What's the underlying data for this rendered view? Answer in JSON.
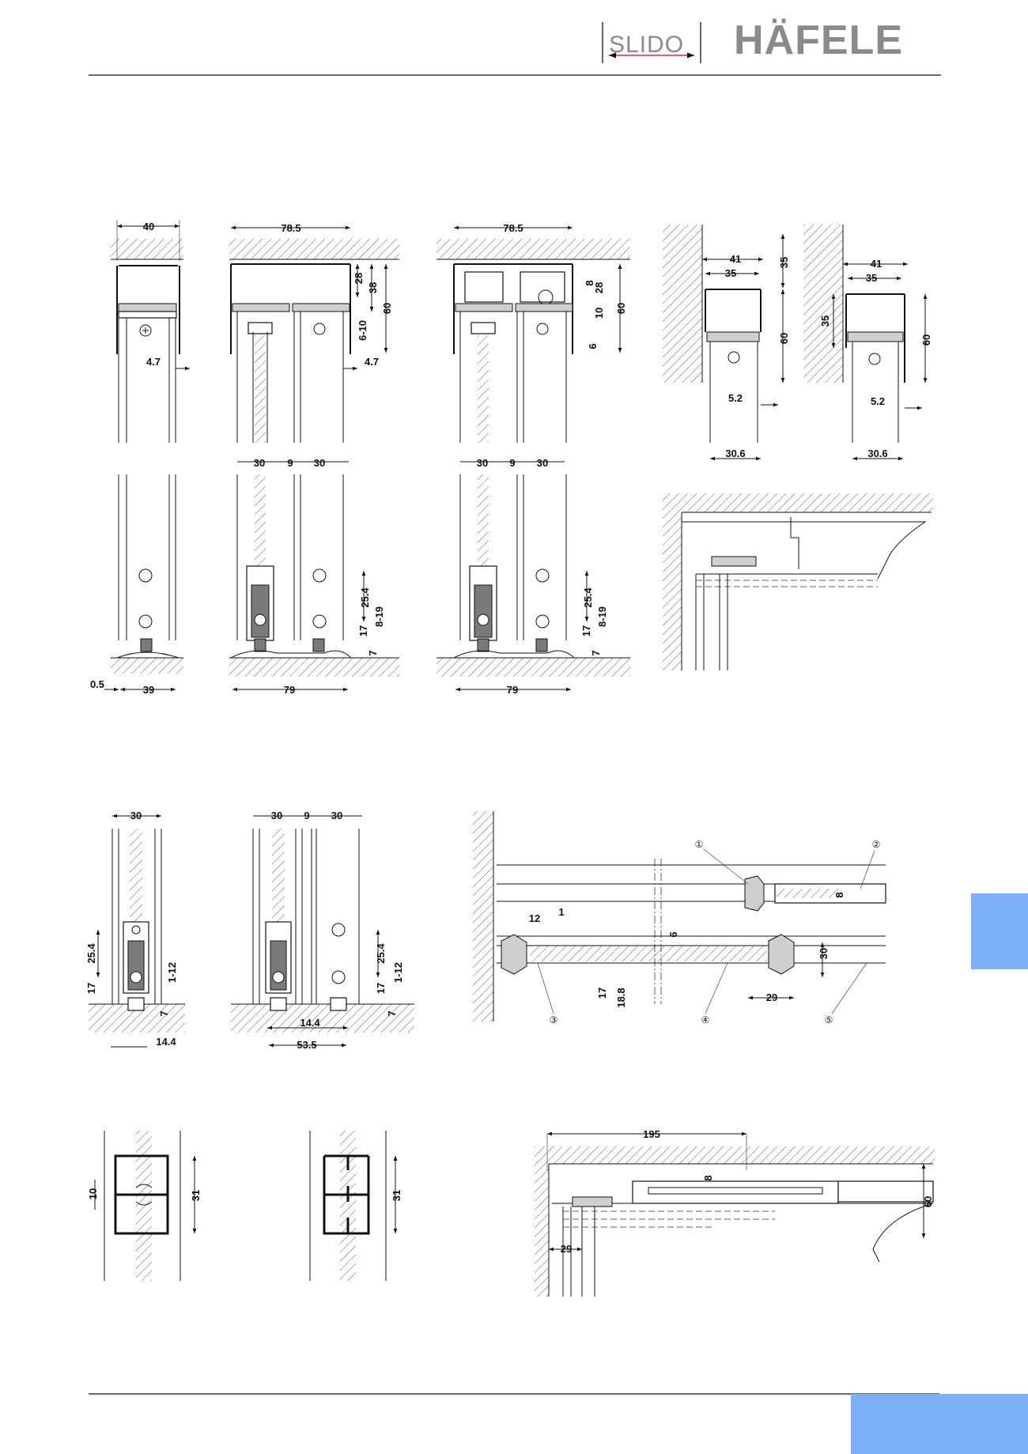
{
  "header": {
    "product_logo": "SLIDO",
    "brand_logo": "HÄFELE"
  },
  "colors": {
    "tab_blue": "#7eb0f8",
    "logo_grey": "#8a8a8a",
    "logo_red": "#d52b3a"
  },
  "figures": {
    "single_track": {
      "top_width": "40",
      "gap_top": "4.7",
      "bottom_offset": "0.5",
      "bottom_width": "39"
    },
    "double_track": {
      "top_width": "78.5",
      "h28": "28",
      "h38": "38",
      "h60": "60",
      "h6_10": "6-10",
      "gap": "4.7",
      "w30a": "30",
      "w9": "9",
      "w30b": "30",
      "d25_4": "25.4",
      "d8_19": "8-19",
      "d17": "17",
      "d7": "7",
      "bottom_width": "79"
    },
    "double_track_cover": {
      "top_width": "78.5",
      "h8": "8",
      "h28": "28",
      "h10": "10",
      "h60": "60",
      "h6": "6",
      "w30a": "30",
      "w9": "9",
      "w30b": "30",
      "d25_4": "25.4",
      "d8_19": "8-19",
      "d17": "17",
      "d7": "7",
      "bottom_width": "79"
    },
    "wall_mount_a": {
      "w41": "41",
      "w35": "35",
      "h35": "35",
      "h60": "60",
      "gap": "5.2",
      "bottom": "30.6"
    },
    "wall_mount_b": {
      "w41": "41",
      "w35": "35",
      "h35": "35",
      "h60": "60",
      "gap": "5.2",
      "bottom": "30.6"
    },
    "floor_single": {
      "w30": "30",
      "d25_4": "25.4",
      "d17": "17",
      "d1_12": "1-12",
      "d7": "7",
      "d14_4": "14.4"
    },
    "floor_double": {
      "w30a": "30",
      "w9": "9",
      "w30b": "30",
      "d25_4": "25.4",
      "d17": "17",
      "d1_12": "1-12",
      "d7": "7",
      "d14_4": "14.4",
      "d53_5": "53.5"
    },
    "plan_view": {
      "d8": "8",
      "d12": "12",
      "d1": "1",
      "d6": "6",
      "d30": "30",
      "d17": "17",
      "d18_8": "18.8",
      "d29": "29",
      "callouts": [
        "①",
        "②",
        "③",
        "④",
        "⑤"
      ]
    },
    "profile_a": {
      "d10": "10",
      "d31": "31"
    },
    "profile_b": {
      "d31": "31"
    },
    "ceiling_detail": {
      "d195": "195",
      "d8": "8",
      "d60": "60",
      "d29": "29"
    }
  }
}
